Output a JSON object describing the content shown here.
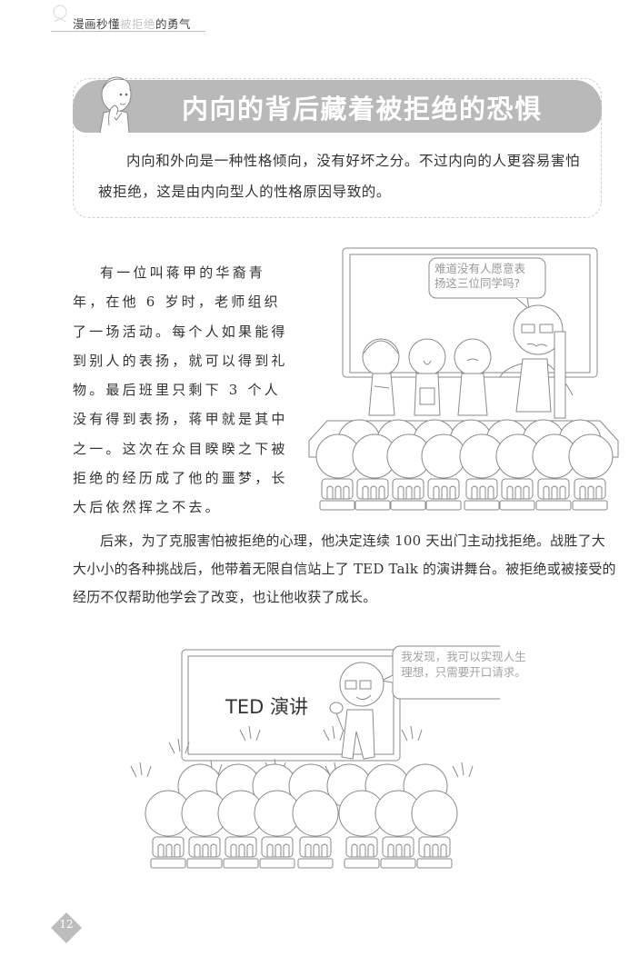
{
  "header": {
    "title_part1": "漫画秒懂",
    "title_highlight": "被拒绝",
    "title_part2": "的勇气"
  },
  "section": {
    "title": "内向的背后藏着被拒绝的恐惧",
    "intro": "内向和外向是一种性格倾向，没有好坏之分。不过内向的人更容易害怕被拒绝，这是由内向型人的性格原因导致的。"
  },
  "body": {
    "story_paragraph_1": "有一位叫蒋甲的华裔青年，在他 6 岁时，老师组织了一场活动。每个人如果能得到别人的表扬，就可以得到礼物。最后班里只剩下 3 个人没有得到表扬，蒋甲就是其中之一。这次在众目睽睽之下被拒绝的经历成了他的噩梦，长大后依然挥之不去。",
    "story_paragraph_2": "后来，为了克服害怕被拒绝的心理，他决定连续 100 天出门主动找拒绝。战胜了大大小小的各种挑战后，他带着无限自信站上了 TED Talk 的演讲舞台。被拒绝或被接受的经历不仅帮助他学会了改变，也让他收获了成长。"
  },
  "illustration_1": {
    "speech_bubble": "难道没有人愿意表扬这三位同学吗?",
    "description": "teacher-and-three-students-on-stage-before-audience"
  },
  "illustration_2": {
    "screen_label": "TED 演讲",
    "speech_bubble": "我发现，我可以实现人生理想，只需要开口请求。",
    "description": "speaker-with-microphone-applauded-by-audience"
  },
  "footer": {
    "page_number": "12"
  },
  "colors": {
    "banner": "#b9b9b9",
    "text": "#333333",
    "light_text": "#c6c6c6",
    "line": "#9a9a9a"
  }
}
